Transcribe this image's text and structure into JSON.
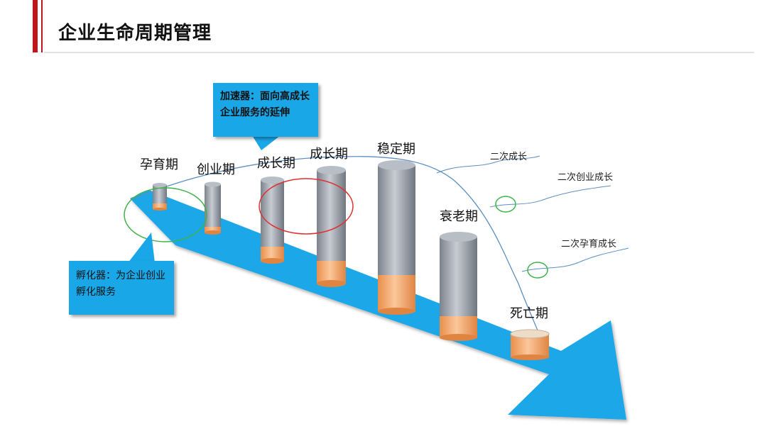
{
  "title": "企业生命周期管理",
  "stages": [
    {
      "key": "gestation",
      "label": "孕育期"
    },
    {
      "key": "startup",
      "label": "创业期"
    },
    {
      "key": "growth1",
      "label": "成长期"
    },
    {
      "key": "growth2",
      "label": "成长期"
    },
    {
      "key": "stable",
      "label": "稳定期"
    },
    {
      "key": "decline",
      "label": "衰老期"
    },
    {
      "key": "death",
      "label": "死亡期"
    }
  ],
  "branches": [
    {
      "label": "二次成长"
    },
    {
      "label": "二次创业成长"
    },
    {
      "label": "二次孕育成长"
    }
  ],
  "callouts": {
    "accelerator": "加速器：面向高成长企业服务的延伸",
    "incubator": "孵化器：为企业创业孵化服务"
  },
  "colors": {
    "accent_red": "#c0161c",
    "arrow_blue": "#1aa7e8",
    "cylinder_gray": "#9aa1ab",
    "cylinder_orange": "#f4a467",
    "circle_green": "#3cb44a",
    "circle_red": "#e03030"
  }
}
